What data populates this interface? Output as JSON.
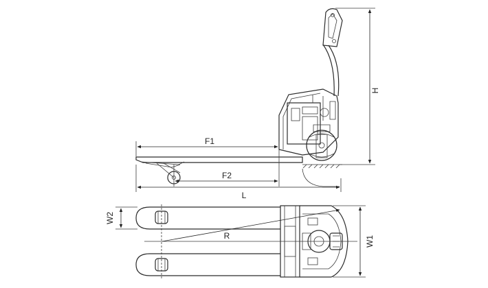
{
  "dimensions": {
    "H": "H",
    "F1": "F1",
    "F2": "F2",
    "L": "L",
    "W1": "W1",
    "W2": "W2",
    "R": "R"
  },
  "colors": {
    "line": "#2a2a2a",
    "background": "#ffffff"
  }
}
